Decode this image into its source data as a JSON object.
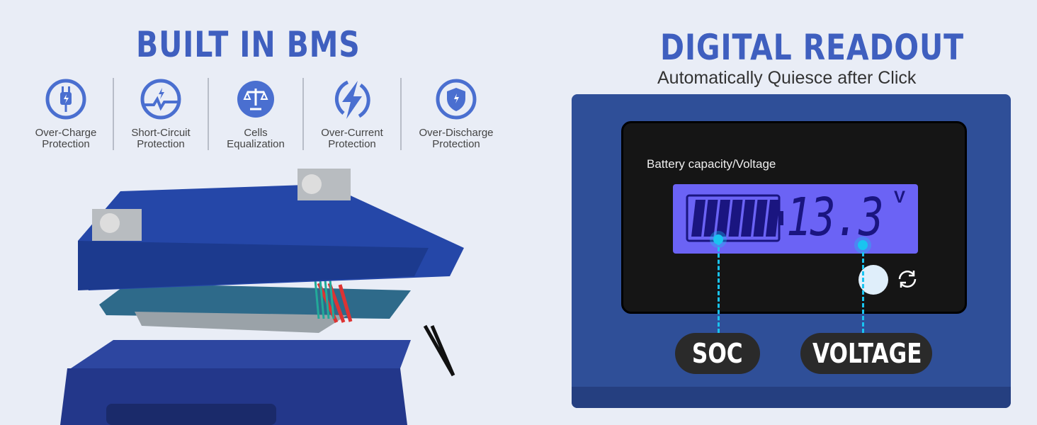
{
  "left": {
    "title": "BUILT IN BMS",
    "features": [
      {
        "label_1": "Over-Charge",
        "label_2": "Protection",
        "icon": "plug-icon"
      },
      {
        "label_1": "Short-Circuit",
        "label_2": "Protection",
        "icon": "short-circuit-icon"
      },
      {
        "label_1": "Cells",
        "label_2": "Equalization",
        "icon": "balance-scale-icon"
      },
      {
        "label_1": "Over-Current",
        "label_2": "Protection",
        "icon": "lightning-icon"
      },
      {
        "label_1": "Over-Discharge",
        "label_2": "Protection",
        "icon": "shield-icon"
      }
    ]
  },
  "right": {
    "title": "DIGITAL READOUT",
    "subtitle": "Automatically Quiesce after Click",
    "meter_label": "Battery capacity/Voltage",
    "voltage": "13.3",
    "unit": "V",
    "soc_bars": 7,
    "soc_label": "SOC",
    "voltage_label": "VOLTAGE"
  },
  "colors": {
    "accent": "#3f5fbf",
    "lcd": "#6b63f5",
    "pointer": "#19c4f0"
  }
}
